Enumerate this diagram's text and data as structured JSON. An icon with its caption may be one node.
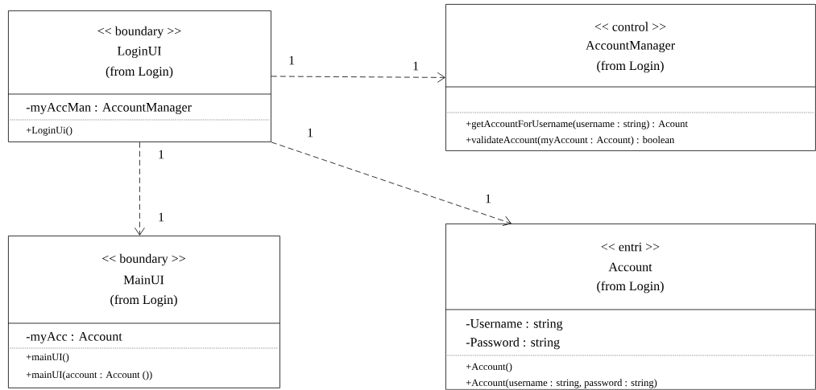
{
  "diagram": {
    "nodes": [
      {
        "text": [
          "<< boundary >>",
          "LoginUI",
          "(from Login)",
          "-myAccMan : AccountManager",
          "+LoginUi()"
        ]
      },
      {
        "text": [
          "<< control >>",
          "AccountManager",
          "(from Login)",
          "+getAccountForUsername(username : string) : Acount",
          "+validateAccount(myAccount : Account) : boolean"
        ]
      },
      {
        "text": [
          "<< boundary >>",
          "MainUI",
          "(from Login)",
          "-myAcc : Account",
          "+mainUI()",
          "+mainUI(account : Account ())"
        ]
      },
      {
        "text": [
          "<< entri >>",
          "Account",
          "(from Login)",
          "-Username : string",
          "-Password : string",
          "+Account()",
          "+Account(username : string, password : string)"
        ]
      }
    ],
    "edges": [
      {
        "from": 0,
        "to": 1,
        "arrow": "to",
        "style": "dashed"
      },
      {
        "from": 0,
        "to": 2,
        "arrow": "to",
        "style": "dashed"
      },
      {
        "from": 0,
        "to": 3,
        "arrow": "to",
        "style": "dashed"
      }
    ],
    "labels": [
      "1",
      "1",
      "1",
      "1",
      "1",
      "1"
    ]
  }
}
